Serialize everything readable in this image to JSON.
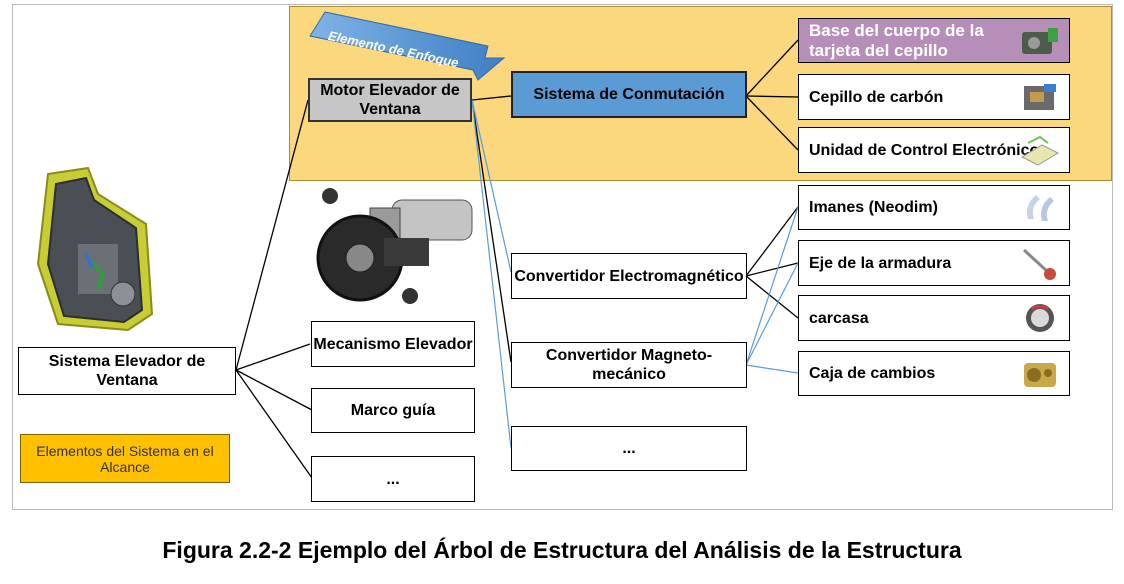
{
  "legend": {
    "label": "Elementos del Sistema en el Alcance",
    "color": "#ffc000"
  },
  "focus_arrow": {
    "label": "Elemento de Enfoque"
  },
  "nodes": {
    "system": "Sistema Elevador de Ventana",
    "motor": "Motor Elevador de Ventana",
    "mechanism": "Mecanismo Elevador",
    "guide": "Marco guía",
    "level1_more": "...",
    "commutation": "Sistema de Conmutación",
    "em_converter": "Convertidor Electromagnético",
    "mm_converter": "Convertidor Magneto-mecánico",
    "level2_more": "...",
    "brush_base": "Base del cuerpo de la tarjeta del cepillo",
    "carbon_brush": "Cepillo de carbón",
    "ecu": "Unidad de Control Electrónico",
    "magnets": "Imanes (Neodim)",
    "armature_shaft": "Eje de la armadura",
    "housing": "carcasa",
    "gearbox": "Caja de cambios"
  },
  "caption": "Figura 2.2-2   Ejemplo del Árbol de Estructura del Análisis de la Estructura",
  "colors": {
    "scope_area": "#fbd77e",
    "focus": "#5b9bd5",
    "motor": "#c6c6c6",
    "brush_base": "#b68fb8"
  },
  "icons": [
    "car-door-icon",
    "window-motor-icon",
    "brush-holder-icon",
    "carbon-brush-icon",
    "ecu-icon",
    "magnet-icon",
    "shaft-icon",
    "housing-icon",
    "gearbox-icon"
  ]
}
